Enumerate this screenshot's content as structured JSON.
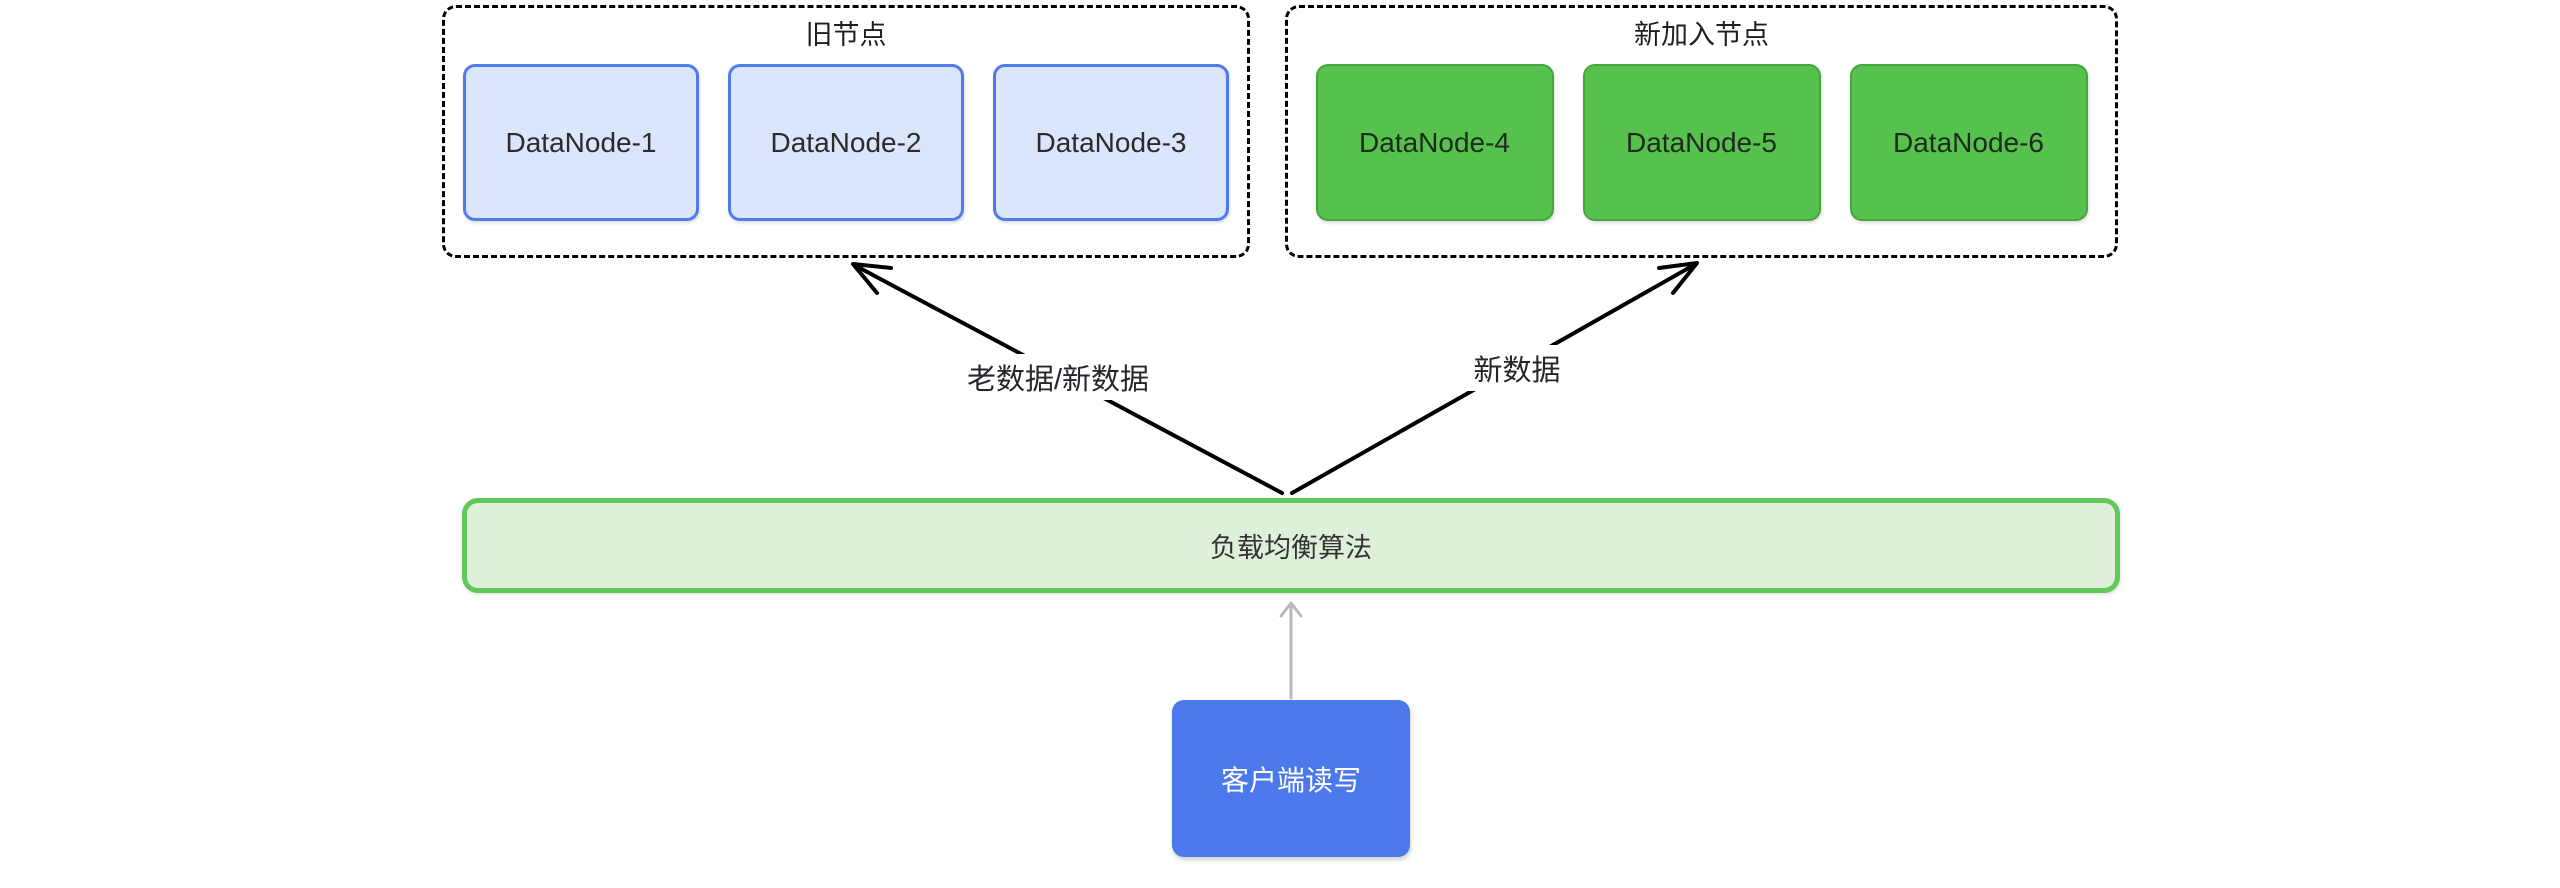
{
  "diagram": {
    "groups": [
      {
        "title": "旧节点",
        "nodes": [
          "DataNode-1",
          "DataNode-2",
          "DataNode-3"
        ]
      },
      {
        "title": "新加入节点",
        "nodes": [
          "DataNode-4",
          "DataNode-5",
          "DataNode-6"
        ]
      }
    ],
    "balancer": {
      "label": "负载均衡算法"
    },
    "client": {
      "label": "客户端读写"
    },
    "edges": {
      "to_old_label": "老数据/新数据",
      "to_new_label": "新数据"
    },
    "colors": {
      "old_node_fill": "#dbe5fb",
      "old_node_border": "#4e7ce8",
      "new_node_fill": "#57c14e",
      "new_node_border": "#45a53e",
      "balancer_fill": "#def0d9",
      "balancer_border": "#63c85a",
      "client_fill": "#4b79ec",
      "client_text": "#ffffff",
      "group_border": "#000000",
      "arrow_black": "#000000",
      "arrow_gray": "#b9b9b9",
      "text_dark": "#1f1f1f"
    }
  }
}
